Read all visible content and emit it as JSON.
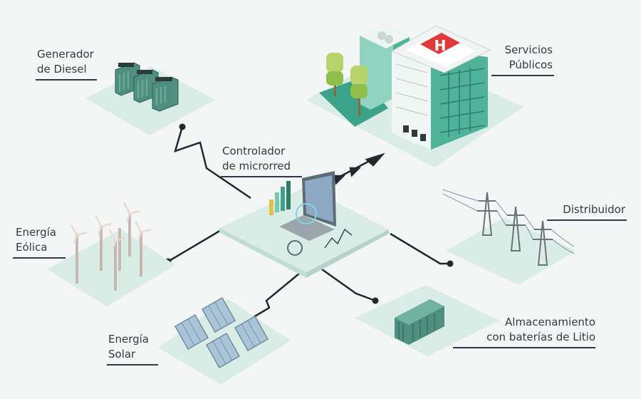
{
  "labels": {
    "generador": [
      "Generador",
      "de Diesel"
    ],
    "servicios": [
      "Servicios",
      "Públicos"
    ],
    "controlador": [
      "Controlador",
      "de microrred"
    ],
    "distribuidor": [
      "Distribuidor"
    ],
    "eolica": [
      "Energía",
      "Eólica"
    ],
    "solar": [
      "Energía",
      "Solar"
    ],
    "almacenamiento": [
      "Almacenamiento",
      "con baterías de Litio"
    ]
  },
  "hospital_sign": "H",
  "colors": {
    "background": "#f4f5f5",
    "platform": "#d9ece6",
    "connector": "#1f2a30",
    "accent_green": "#3aa38a",
    "building_green": "#4fb39a",
    "hospital_red": "#e03a3a",
    "label_rule": "#2f3a46"
  },
  "icons": [
    "diesel-generator-icon",
    "hospital-building-icon",
    "tree-icon",
    "laptop-controller-icon",
    "wind-turbine-icon",
    "solar-panel-icon",
    "battery-container-icon",
    "power-tower-icon"
  ]
}
